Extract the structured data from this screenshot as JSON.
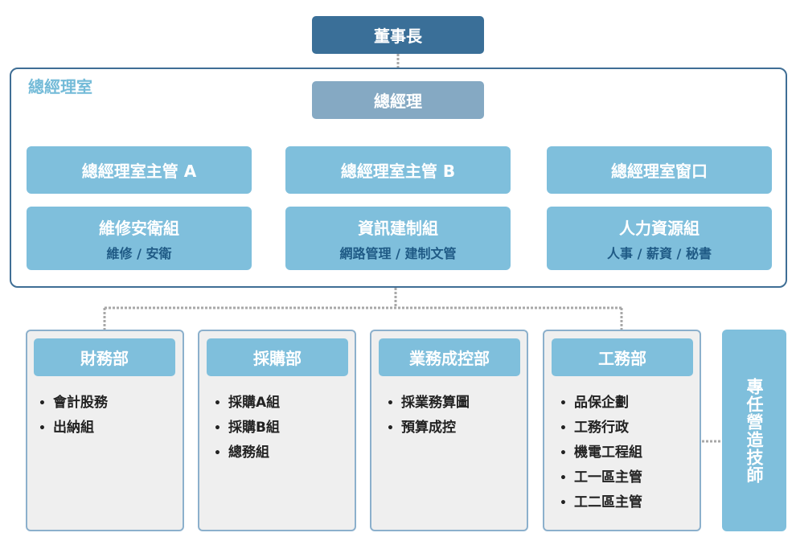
{
  "chairman": "董事長",
  "gm_office": {
    "label": "總經理室",
    "gm": "總經理",
    "managers": [
      "總經理室主管 A",
      "總經理室主管 B",
      "總經理室窗口"
    ],
    "groups": [
      {
        "title": "維修安衛組",
        "sub": "維修 / 安衛"
      },
      {
        "title": "資訊建制組",
        "sub": "網路管理 / 建制文管"
      },
      {
        "title": "人力資源組",
        "sub": "人事 / 薪資 / 秘書"
      }
    ]
  },
  "departments": [
    {
      "name": "財務部",
      "items": [
        "會計股務",
        "出納組"
      ]
    },
    {
      "name": "採購部",
      "items": [
        "採購A組",
        "採購B組",
        "總務組"
      ]
    },
    {
      "name": "業務成控部",
      "items": [
        "採業務算圖",
        "預算成控"
      ]
    },
    {
      "name": "工務部",
      "items": [
        "品保企劃",
        "工務行政",
        "機電工程組",
        "工一區主管",
        "工二區主管"
      ]
    }
  ],
  "side_unit": "專任營造技師",
  "colors": {
    "chairman": "#3a6f98",
    "gm": "#85a9c3",
    "box": "#7fbfdc",
    "panel": "#efefef",
    "border": "#3f6e95",
    "connector": "#a8a8a8"
  }
}
